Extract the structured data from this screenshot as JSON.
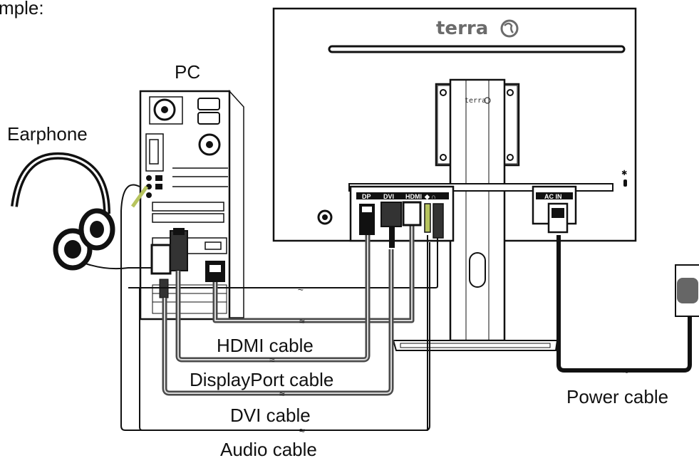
{
  "labels": {
    "top_fragment": "mple:",
    "pc": "PC",
    "earphone": "Earphone",
    "hdmi_cable": "HDMI cable",
    "displayport_cable": "DisplayPort cable",
    "dvi_cable": "DVI cable",
    "audio_cable": "Audio cable",
    "power_cable": "Power cable"
  },
  "monitor": {
    "brand": "terra",
    "stand_brand": "terra",
    "ports": {
      "dp": "DP",
      "dvi": "DVI",
      "hdmi": "HDMI",
      "audio": "◆ ∩",
      "ac_in": "AC IN"
    }
  },
  "colors": {
    "line": "#111111",
    "cable": "#4a4a4a",
    "cable_inner": "#d9d9d9",
    "case_fill": "#ffffff",
    "brand": "#6b6b6b"
  }
}
